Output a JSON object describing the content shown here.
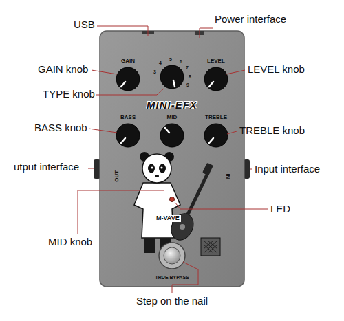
{
  "diagram": {
    "nodes": [
      {
        "text": [
          "GAIN",
          "3",
          "4",
          "5",
          "6",
          "7",
          "8",
          "9",
          "LEVEL",
          "MINI-EFX",
          "BASS",
          "MID",
          "TREBLE",
          "OUT",
          "IN",
          "M-VAVE",
          "TRUE BYPASS"
        ]
      }
    ],
    "labels": [
      "USB",
      "Power interface",
      "GAIN knob",
      "LEVEL knob",
      "TYPE knob",
      "BASS knob",
      "TREBLE knob",
      "utput interface",
      "Input interface",
      "LED",
      "MID knob",
      "Step on the nail"
    ]
  }
}
